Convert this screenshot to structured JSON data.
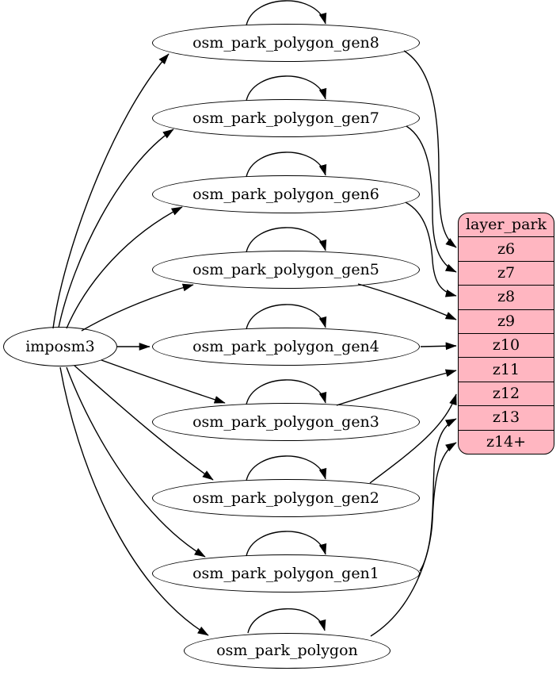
{
  "source": {
    "label": "imposm3"
  },
  "tables": [
    "osm_park_polygon_gen8",
    "osm_park_polygon_gen7",
    "osm_park_polygon_gen6",
    "osm_park_polygon_gen5",
    "osm_park_polygon_gen4",
    "osm_park_polygon_gen3",
    "osm_park_polygon_gen2",
    "osm_park_polygon_gen1",
    "osm_park_polygon"
  ],
  "layer": {
    "title": "layer_park",
    "rows": [
      "z6",
      "z7",
      "z8",
      "z9",
      "z10",
      "z11",
      "z12",
      "z13",
      "z14+"
    ]
  },
  "edges": [
    {
      "from": "imposm3",
      "to": "osm_park_polygon_gen8"
    },
    {
      "from": "imposm3",
      "to": "osm_park_polygon_gen7"
    },
    {
      "from": "imposm3",
      "to": "osm_park_polygon_gen6"
    },
    {
      "from": "imposm3",
      "to": "osm_park_polygon_gen5"
    },
    {
      "from": "imposm3",
      "to": "osm_park_polygon_gen4"
    },
    {
      "from": "imposm3",
      "to": "osm_park_polygon_gen3"
    },
    {
      "from": "imposm3",
      "to": "osm_park_polygon_gen2"
    },
    {
      "from": "imposm3",
      "to": "osm_park_polygon_gen1"
    },
    {
      "from": "imposm3",
      "to": "osm_park_polygon"
    },
    {
      "from": "osm_park_polygon_gen8",
      "to": "osm_park_polygon_gen8"
    },
    {
      "from": "osm_park_polygon_gen7",
      "to": "osm_park_polygon_gen7"
    },
    {
      "from": "osm_park_polygon_gen6",
      "to": "osm_park_polygon_gen6"
    },
    {
      "from": "osm_park_polygon_gen5",
      "to": "osm_park_polygon_gen5"
    },
    {
      "from": "osm_park_polygon_gen4",
      "to": "osm_park_polygon_gen4"
    },
    {
      "from": "osm_park_polygon_gen3",
      "to": "osm_park_polygon_gen3"
    },
    {
      "from": "osm_park_polygon_gen2",
      "to": "osm_park_polygon_gen2"
    },
    {
      "from": "osm_park_polygon_gen1",
      "to": "osm_park_polygon_gen1"
    },
    {
      "from": "osm_park_polygon",
      "to": "osm_park_polygon"
    },
    {
      "from": "osm_park_polygon_gen8",
      "to": "layer_park:z6"
    },
    {
      "from": "osm_park_polygon_gen7",
      "to": "layer_park:z7"
    },
    {
      "from": "osm_park_polygon_gen6",
      "to": "layer_park:z8"
    },
    {
      "from": "osm_park_polygon_gen5",
      "to": "layer_park:z9"
    },
    {
      "from": "osm_park_polygon_gen4",
      "to": "layer_park:z10"
    },
    {
      "from": "osm_park_polygon_gen3",
      "to": "layer_park:z11"
    },
    {
      "from": "osm_park_polygon_gen2",
      "to": "layer_park:z12"
    },
    {
      "from": "osm_park_polygon_gen1",
      "to": "layer_park:z13"
    },
    {
      "from": "osm_park_polygon",
      "to": "layer_park:z14+"
    }
  ],
  "colors": {
    "record-fill": "#FFB6C1",
    "node-fill": "#ffffff",
    "edge-color": "#000000"
  }
}
